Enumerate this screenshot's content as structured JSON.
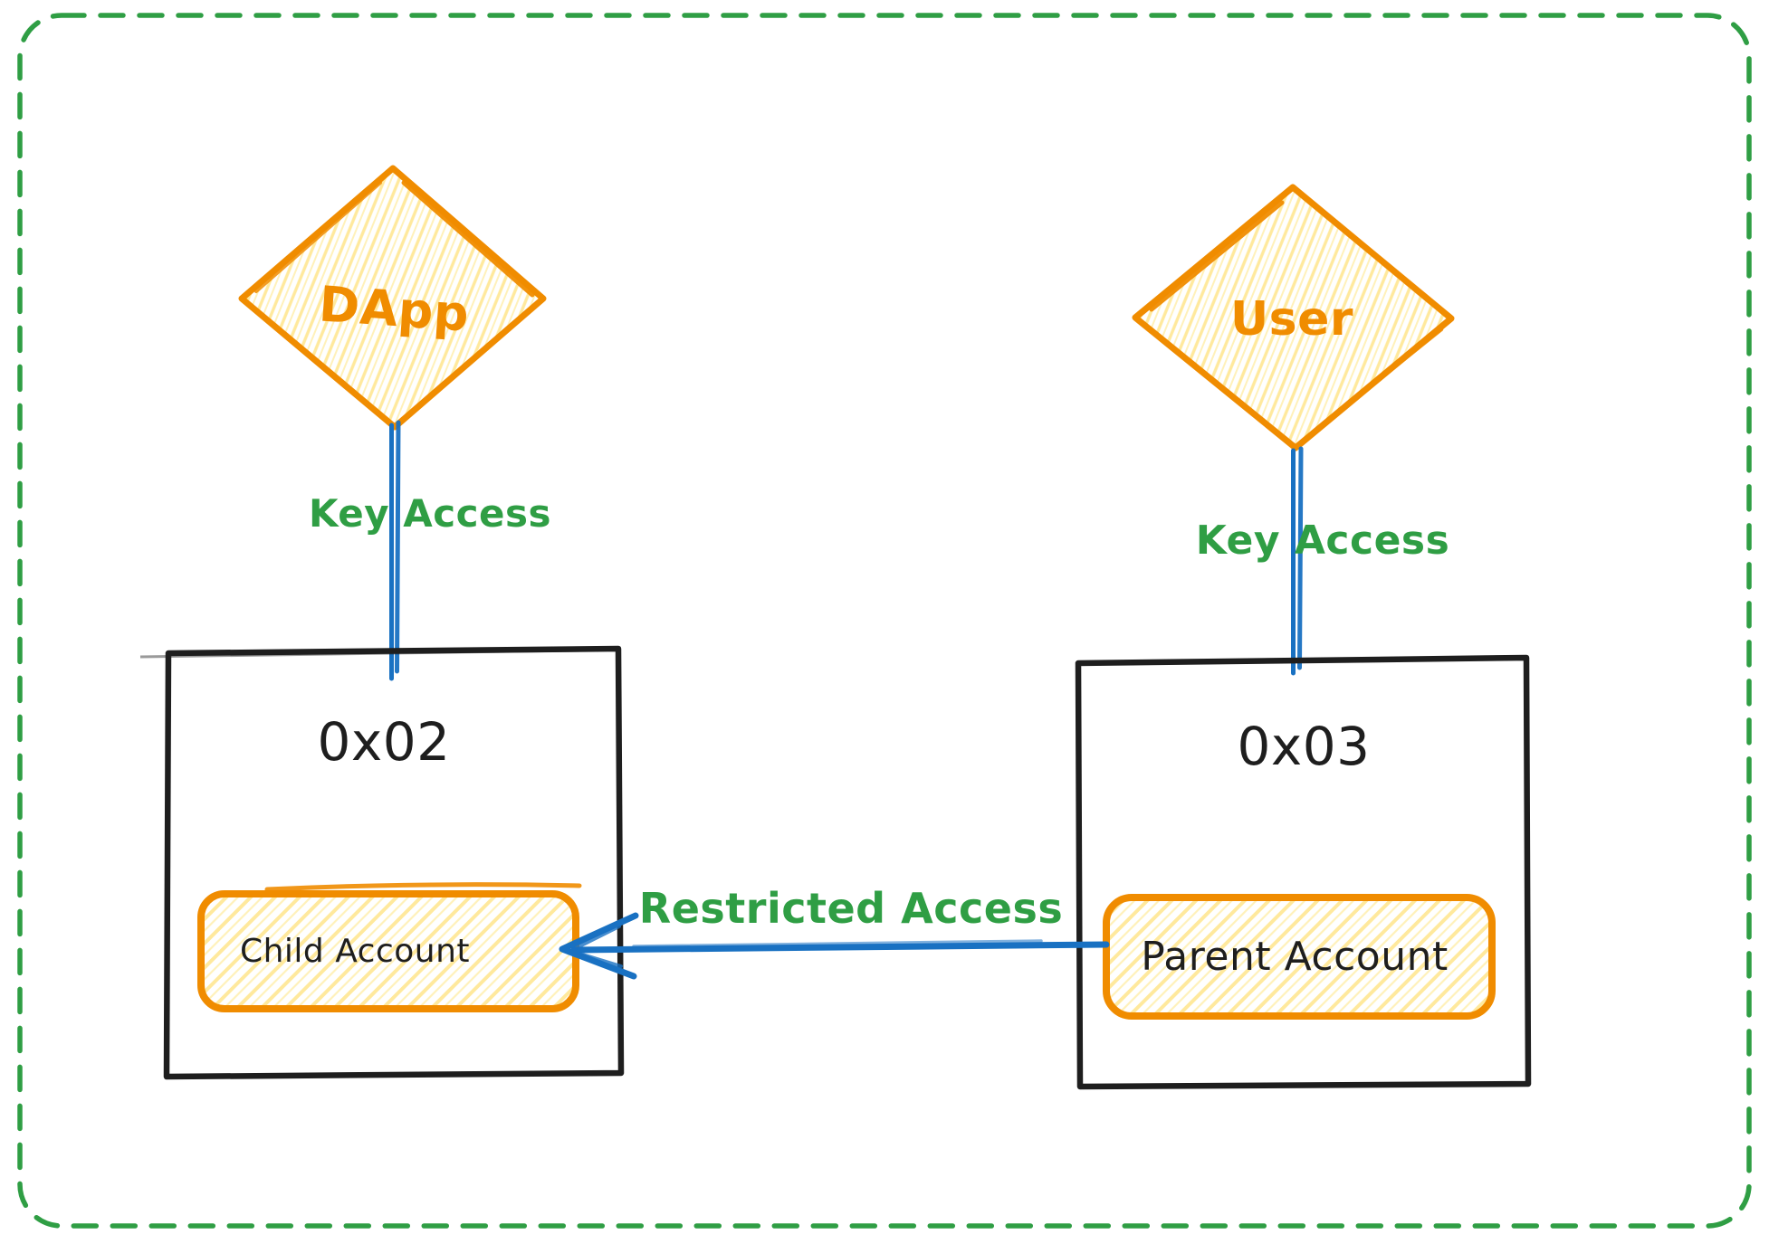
{
  "diagram": {
    "frame": {
      "border_color": "#2f9e44",
      "border_style": "dashed"
    },
    "palette": {
      "orange": "#f08c00",
      "yellow_fill": "#ffec99",
      "green": "#2f9e44",
      "blue": "#1971c2",
      "black": "#1e1e1e"
    },
    "nodes": [
      {
        "id": "dapp",
        "shape": "diamond",
        "label": "DApp",
        "stroke_color": "#f08c00",
        "fill_color": "#ffec99"
      },
      {
        "id": "user",
        "shape": "diamond",
        "label": "User",
        "stroke_color": "#f08c00",
        "fill_color": "#ffec99"
      },
      {
        "id": "account-0x02",
        "shape": "rectangle",
        "label": "0x02",
        "stroke_color": "#1e1e1e"
      },
      {
        "id": "account-0x03",
        "shape": "rectangle",
        "label": "0x03",
        "stroke_color": "#1e1e1e"
      },
      {
        "id": "child-account",
        "shape": "rounded-rectangle",
        "label": "Child Account",
        "stroke_color": "#f08c00",
        "fill_color": "#ffec99",
        "inside": "account-0x02"
      },
      {
        "id": "parent-account",
        "shape": "rounded-rectangle",
        "label": "Parent Account",
        "stroke_color": "#f08c00",
        "fill_color": "#ffec99",
        "inside": "account-0x03"
      }
    ],
    "edges": [
      {
        "id": "dapp-key-access",
        "from": "dapp",
        "to": "account-0x02",
        "label": "Key Access",
        "line_color": "#1971c2",
        "label_color": "#2f9e44"
      },
      {
        "id": "user-key-access",
        "from": "user",
        "to": "account-0x03",
        "label": "Key Access",
        "line_color": "#1971c2",
        "label_color": "#2f9e44"
      },
      {
        "id": "restricted-access",
        "from": "parent-account",
        "to": "child-account",
        "label": "Restricted Access",
        "line_color": "#1971c2",
        "label_color": "#2f9e44",
        "arrowhead": "left"
      }
    ]
  }
}
